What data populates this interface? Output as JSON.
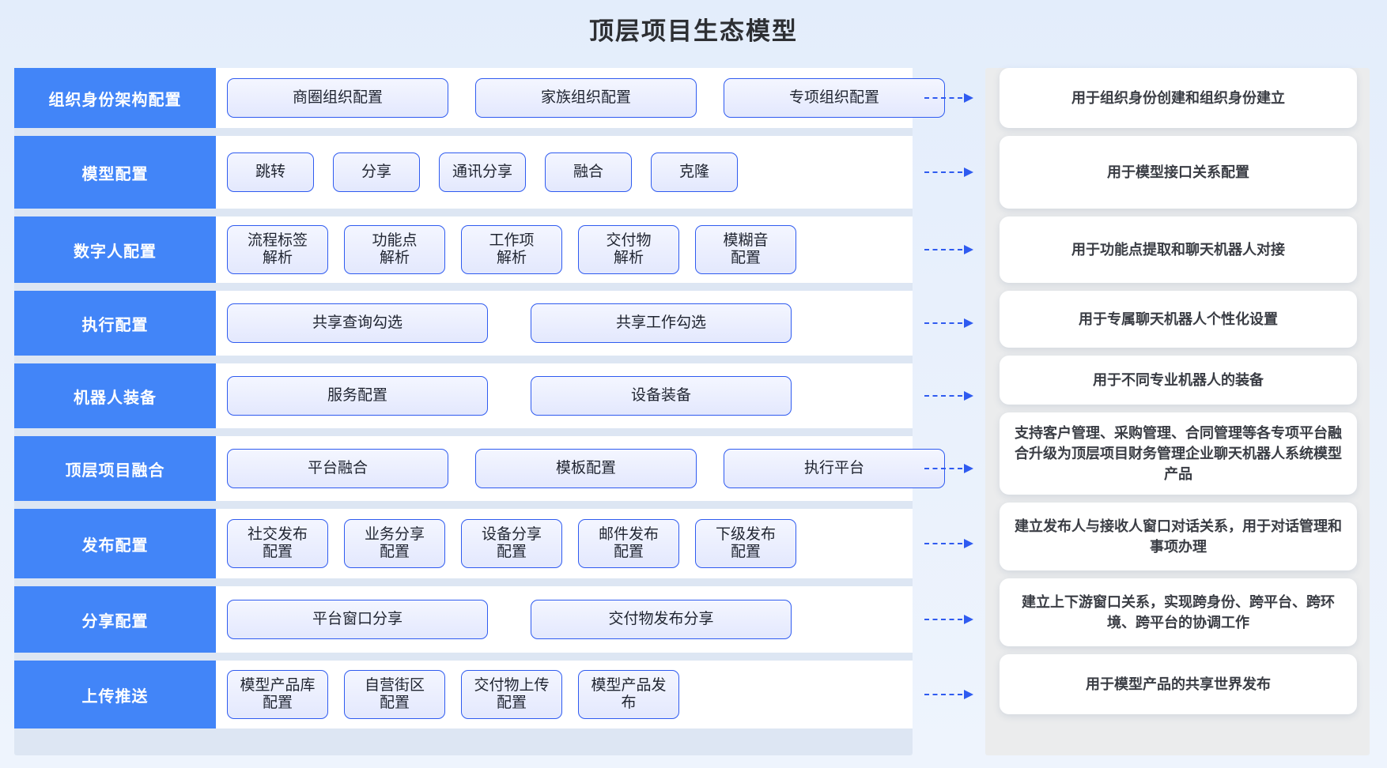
{
  "header": {
    "title": "顶层项目生态模型"
  },
  "arrow": {
    "icon": "dashed-arrow-right-icon"
  },
  "colors": {
    "accent": "#4285f8",
    "chip_border": "#2f5bf0",
    "page_bg": "#e3edfb",
    "panel_bg": "#dde6f3",
    "right_panel_bg": "#ebeced"
  },
  "rows": [
    {
      "label": "组织身份架构配置",
      "height": 76,
      "size": "lg",
      "items": [
        "商圈组织配置",
        "家族组织配置",
        "专项组织配置"
      ],
      "desc": "用于组织身份创建和组织身份建立",
      "desc_height": 76
    },
    {
      "label": "模型配置",
      "height": 92,
      "size": "tiny",
      "items": [
        "跳转",
        "分享",
        "通讯分享",
        "融合",
        "克隆"
      ],
      "desc": "用于模型接口关系配置",
      "desc_height": 92
    },
    {
      "label": "数字人配置",
      "height": 84,
      "size": "two",
      "items": [
        "流程标签\n解析",
        "功能点\n解析",
        "工作项\n解析",
        "交付物\n解析",
        "模糊音\n配置"
      ],
      "desc": "用于功能点提取和聊天机器人对接",
      "desc_height": 84
    },
    {
      "label": "执行配置",
      "height": 82,
      "size": "xl",
      "items": [
        "共享查询勾选",
        "共享工作勾选"
      ],
      "desc": "用于专属聊天机器人个性化设置",
      "desc_height": 72
    },
    {
      "label": "机器人装备",
      "height": 82,
      "size": "xl",
      "items": [
        "服务配置",
        "设备装备"
      ],
      "desc": "用于不同专业机器人的装备",
      "desc_height": 62
    },
    {
      "label": "顶层项目融合",
      "height": 82,
      "size": "lg",
      "items": [
        "平台融合",
        "模板配置",
        "执行平台"
      ],
      "desc": "支持客户管理、采购管理、合同管理等各专项平台融合升级为顶层项目财务管理企业聊天机器人系统模型产品",
      "desc_height": 104
    },
    {
      "label": "发布配置",
      "height": 88,
      "size": "two",
      "items": [
        "社交发布\n配置",
        "业务分享\n配置",
        "设备分享\n配置",
        "邮件发布\n配置",
        "下级发布\n配置"
      ],
      "desc": "建立发布人与接收人窗口对话关系，用于对话管理和事项办理",
      "desc_height": 86
    },
    {
      "label": "分享配置",
      "height": 84,
      "size": "xl",
      "items": [
        "平台窗口分享",
        "交付物发布分享"
      ],
      "desc": "建立上下游窗口关系，实现跨身份、跨平台、跨环境、跨平台的协调工作",
      "desc_height": 86
    },
    {
      "label": "上传推送",
      "height": 86,
      "size": "two",
      "items": [
        "模型产品库\n配置",
        "自营街区\n配置",
        "交付物上传\n配置",
        "模型产品发\n布"
      ],
      "desc": "用于模型产品的共享世界发布",
      "desc_height": 76
    }
  ]
}
